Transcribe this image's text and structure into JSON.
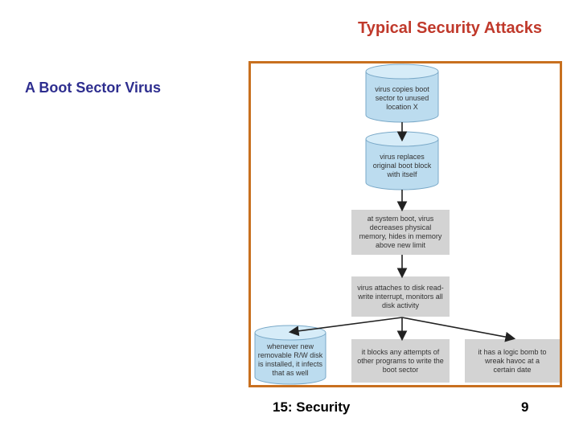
{
  "slide": {
    "title": "Typical Security Attacks",
    "subtitle": "A Boot Sector Virus",
    "footer_left": "15: Security",
    "page_number": "9"
  },
  "diagram": {
    "nodes": [
      {
        "id": "copies",
        "shape": "disk",
        "text": "virus copies boot\nsector to unused\nlocation X"
      },
      {
        "id": "replaces",
        "shape": "disk",
        "text": "virus replaces\noriginal boot block\nwith itself"
      },
      {
        "id": "decreases",
        "shape": "box",
        "text": "at system boot, virus\ndecreases physical\nmemory, hides in memory\nabove new limit"
      },
      {
        "id": "attaches",
        "shape": "box",
        "text": "virus attaches to disk read-\nwrite interrupt, monitors all\ndisk activity"
      },
      {
        "id": "infects",
        "shape": "disk",
        "text": "whenever new\nremovable R/W disk\nis installed, it infects\nthat as well"
      },
      {
        "id": "blocks",
        "shape": "box",
        "text": "it blocks any attempts of\nother programs to write the\nboot sector"
      },
      {
        "id": "logic_bomb",
        "shape": "box",
        "text": "it has a logic bomb to\nwreak havoc at a\ncertain date"
      }
    ],
    "edges": [
      [
        "copies",
        "replaces"
      ],
      [
        "replaces",
        "decreases"
      ],
      [
        "decreases",
        "attaches"
      ],
      [
        "attaches",
        "infects"
      ],
      [
        "attaches",
        "blocks"
      ],
      [
        "attaches",
        "logic_bomb"
      ]
    ],
    "colors": {
      "disk_fill": "#bcdcef",
      "disk_top": "#d6ecf8",
      "box_fill": "#d3d3d3",
      "border": "#c8701f",
      "arrow": "#222222"
    }
  }
}
